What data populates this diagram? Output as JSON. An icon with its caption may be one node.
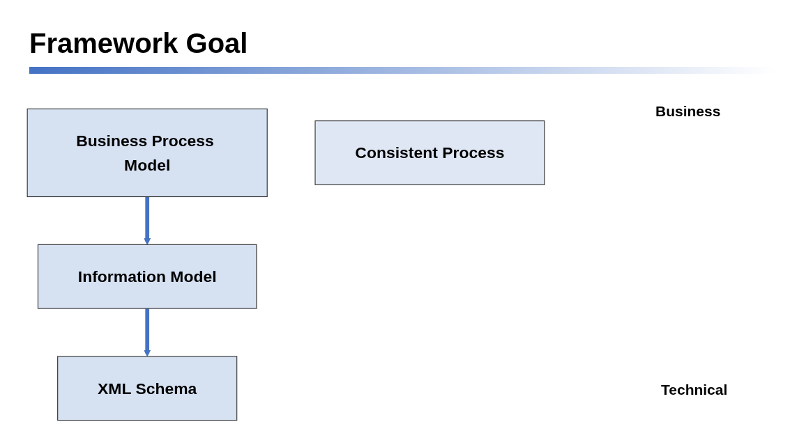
{
  "diagram": {
    "title": "Framework Goal",
    "nodes": [
      {
        "text": [
          "Business Process Model"
        ]
      },
      {
        "text": [
          "Information Model"
        ]
      },
      {
        "text": [
          "XML Schema"
        ]
      },
      {
        "text": [
          "Consistent Process"
        ]
      }
    ],
    "edges": [
      {
        "from": 0,
        "to": 1,
        "arrow": "to"
      },
      {
        "from": 1,
        "to": 2,
        "arrow": "to"
      }
    ],
    "labels": [
      "Business",
      "Technical"
    ]
  }
}
